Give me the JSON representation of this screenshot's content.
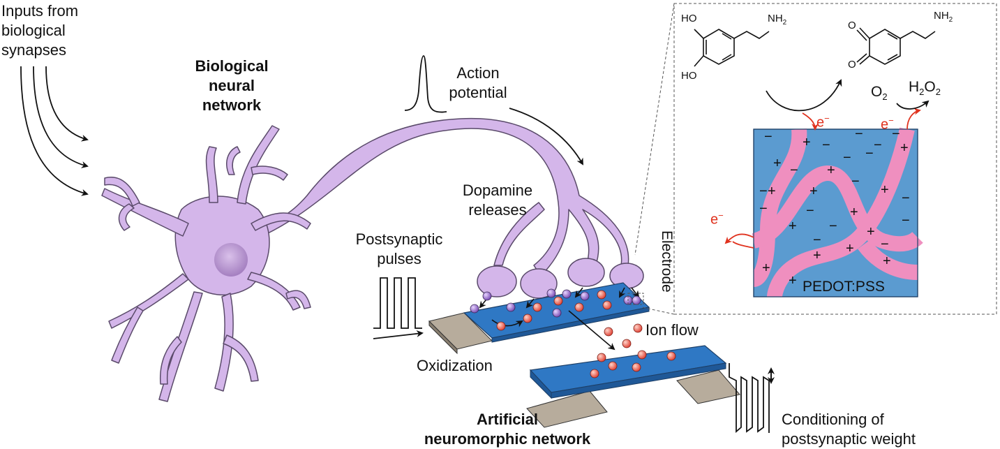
{
  "labels": {
    "inputs_line1": "Inputs from",
    "inputs_line2": "biological",
    "inputs_line3": "synapses",
    "bio_line1": "Biological",
    "bio_line2": "neural",
    "bio_line3": "network",
    "action_line1": "Action",
    "action_line2": "potential",
    "dopamine_line1": "Dopamine",
    "dopamine_line2": "releases",
    "post_line1": "Postsynaptic",
    "post_line2": "pulses",
    "oxidization": "Oxidization",
    "ion_flow": "Ion flow",
    "artificial_line1": "Artificial",
    "artificial_line2": "neuromorphic network",
    "conditioning_line1": "Conditioning of",
    "conditioning_line2": "postsynaptic weight",
    "electrode": "Electrode",
    "pedot": "PEDOT:PSS",
    "electron": "e",
    "minus_sup": "−",
    "o2_O": "O",
    "o2_sub": "2",
    "h2o2_H": "H",
    "h2o2_sub1": "2",
    "h2o2_O": "O",
    "h2o2_sub2": "2",
    "ho_top": "HO",
    "ho_bottom": "HO",
    "nh2_left": "NH",
    "nh2_left_sub": "2",
    "nh2_right": "NH",
    "nh2_right_sub": "2",
    "o_top": "O",
    "o_bottom": "O"
  },
  "colors": {
    "neuron": "#d4b6ea",
    "neuron_outline": "#5a4a6a",
    "soma": "#b18ccb",
    "channel": "#2f78c4",
    "electrode": "#b7ac9c",
    "pedot_bg": "#5b9bd0",
    "pedot_strand": "#ef8fbf",
    "dopamine_ball": "#9a6ccf",
    "ion_ball": "#f06a5a",
    "electron_arrow": "#e0321e"
  },
  "icons": {
    "arrow": "arrow-icon",
    "ion": "ion-ball-icon",
    "dopamine": "dopamine-ball-icon"
  }
}
